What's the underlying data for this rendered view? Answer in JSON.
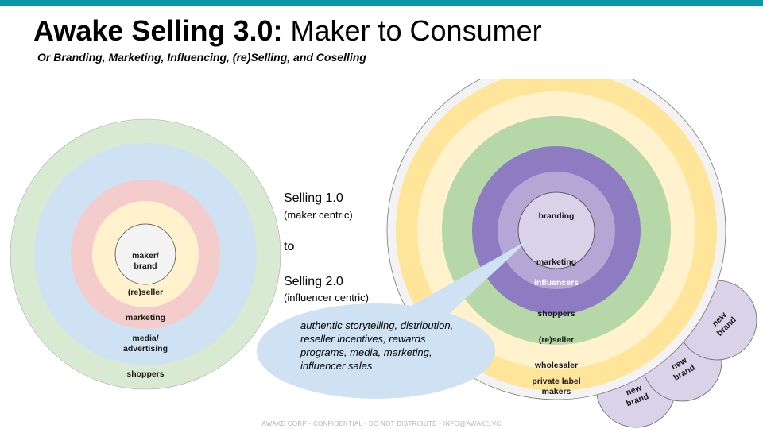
{
  "header": {
    "title_bold": "Awake Selling 3.0:",
    "title_rest": " Maker to Consumer",
    "subtitle": "Or Branding, Marketing, Influencing, (re)Selling, and Coselling"
  },
  "left_diagram": {
    "rings": [
      {
        "label": "shoppers",
        "color": "#d9ead3"
      },
      {
        "label": [
          "media/",
          "advertising"
        ],
        "color": "#cfe2f3"
      },
      {
        "label": "marketing",
        "color": "#f4cccc"
      },
      {
        "label": "(re)seller",
        "color": "#fff2cc"
      },
      {
        "label": [
          "maker/",
          "brand"
        ],
        "color": "#f3f3f3"
      }
    ]
  },
  "middle": {
    "selling1": "Selling 1.0",
    "selling1_sub": "(maker centric)",
    "to": "to",
    "selling2": "Selling 2.0",
    "selling2_sub": "(influencer centric)"
  },
  "right_diagram": {
    "rings": [
      {
        "label": [
          "private label",
          "makers"
        ],
        "color": "#f3f3f3"
      },
      {
        "label": "wholesaler",
        "color": "#ffe599"
      },
      {
        "label": "(re)seller",
        "color": "#fff2cc"
      },
      {
        "label": "shoppers",
        "color": "#b6d7a8"
      },
      {
        "label": "influencers",
        "color": "#8e7cc3"
      },
      {
        "label": "marketing",
        "color": "#b4a7d6"
      },
      {
        "label": "branding",
        "color": "#d9d2e9"
      }
    ],
    "new_brand": [
      "new",
      "brand"
    ],
    "new_brand_color": "#d9d2e9"
  },
  "callout": {
    "text": "authentic storytelling, distribution, reseller incentives, rewards programs, media, marketing, influencer sales",
    "color": "#cfe2f3"
  },
  "footer": "AWAKE CORP - CONFIDENTIAL - DO NOT DISTRIBUTE - INFO@AWAKE.VC"
}
